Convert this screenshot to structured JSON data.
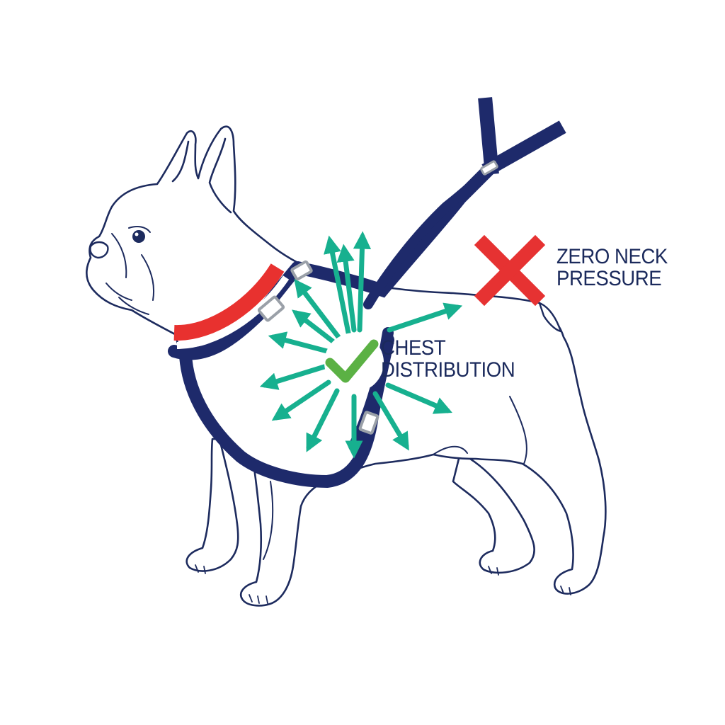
{
  "labels": {
    "neck": {
      "line1": "ZERO NECK",
      "line2": "PRESSURE",
      "status_icon": "red-x-icon"
    },
    "chest": {
      "line1": "CHEST",
      "line2": "DISTRIBUTION",
      "status_icon": "green-checkmark-icon"
    }
  },
  "colors": {
    "harness_navy": "#1e2a6b",
    "collar_red": "#e8312f",
    "arrow_teal": "#17b08f",
    "check_green": "#5bb144",
    "x_red": "#e63232",
    "outline": "#1d2b5e",
    "buckle_gray": "#9aa0a8",
    "label_text": "#1b2a5c"
  }
}
